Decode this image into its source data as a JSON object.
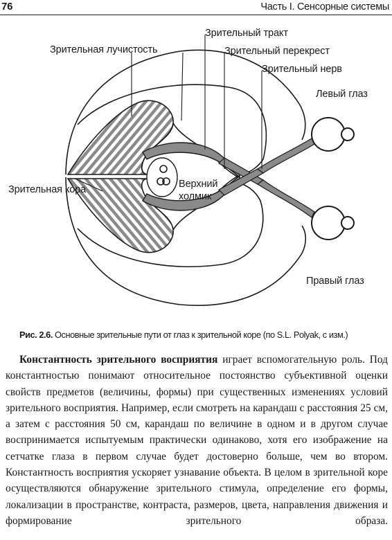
{
  "header": {
    "page_number": "76",
    "running_head": "Часть I. Сенсорные системы"
  },
  "figure": {
    "labels": {
      "optic_radiation": "Зрительная лучистость",
      "optic_tract": "Зрительный тракт",
      "optic_chiasm": "Зрительный перекрест",
      "optic_nerve": "Зрительный нерв",
      "left_eye": "Левый глаз",
      "visual_cortex": "Зрительная кора",
      "superior_colliculus_1": "Верхний",
      "superior_colliculus_2": "холмик",
      "right_eye": "Правый глаз"
    },
    "caption": {
      "label": "Рис. 2.6.",
      "text": " Основные зрительные пути от глаз к зрительной коре (по S.L. Polyak, с изм.)"
    }
  },
  "body": {
    "lead": "Константность зрительного восприятия",
    "text": " играет вспомогательную роль. Под константностью понимают относительное постоянство субъективной оценки свойств предметов (величины, формы) при существенных изменениях условий зрительного восприятия. Например, если смотреть на карандаш с расстояния 25 см, а затем с расстояния 50 см, карандаш по величине в одном и в другом случае воспринимается испытуемым практически одинаково, хотя его изображение на сетчатке глаза в первом случае будет достоверно больше, чем во втором. Константность восприятия ускоряет узнавание объекта. В целом в зрительной коре осуществляются обнаружение зрительного стимула, определение его формы, локализации в пространстве, контраста, размеров, цвета, направления движения и формирование зрительного образа."
  }
}
